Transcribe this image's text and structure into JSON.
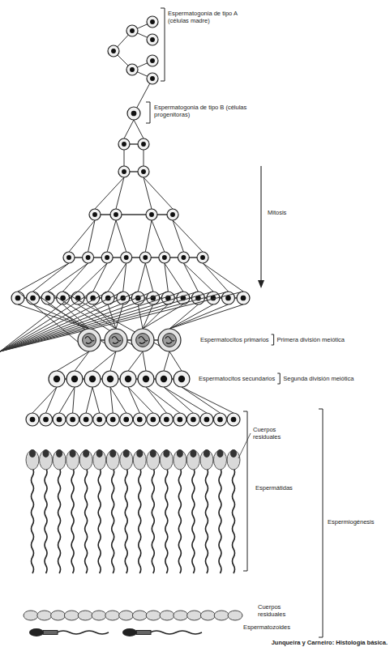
{
  "diagram": {
    "caption": "Junqueira y Carneiro: Histología básica.",
    "labels": [
      "Espermatogonia de tipo A (células madre)",
      "Espermatogonia de tipo B (células progenitoras)",
      "Mitosis",
      "Espermatocitos primarios",
      "Primera división meiótica",
      "Espermatocitos secundarios",
      "Segunda división meiótica",
      "Cuerpos residuales",
      "Espermátidas",
      "Espermiogénesis",
      "Cuerpos residuales",
      "Espermatozoides"
    ]
  }
}
